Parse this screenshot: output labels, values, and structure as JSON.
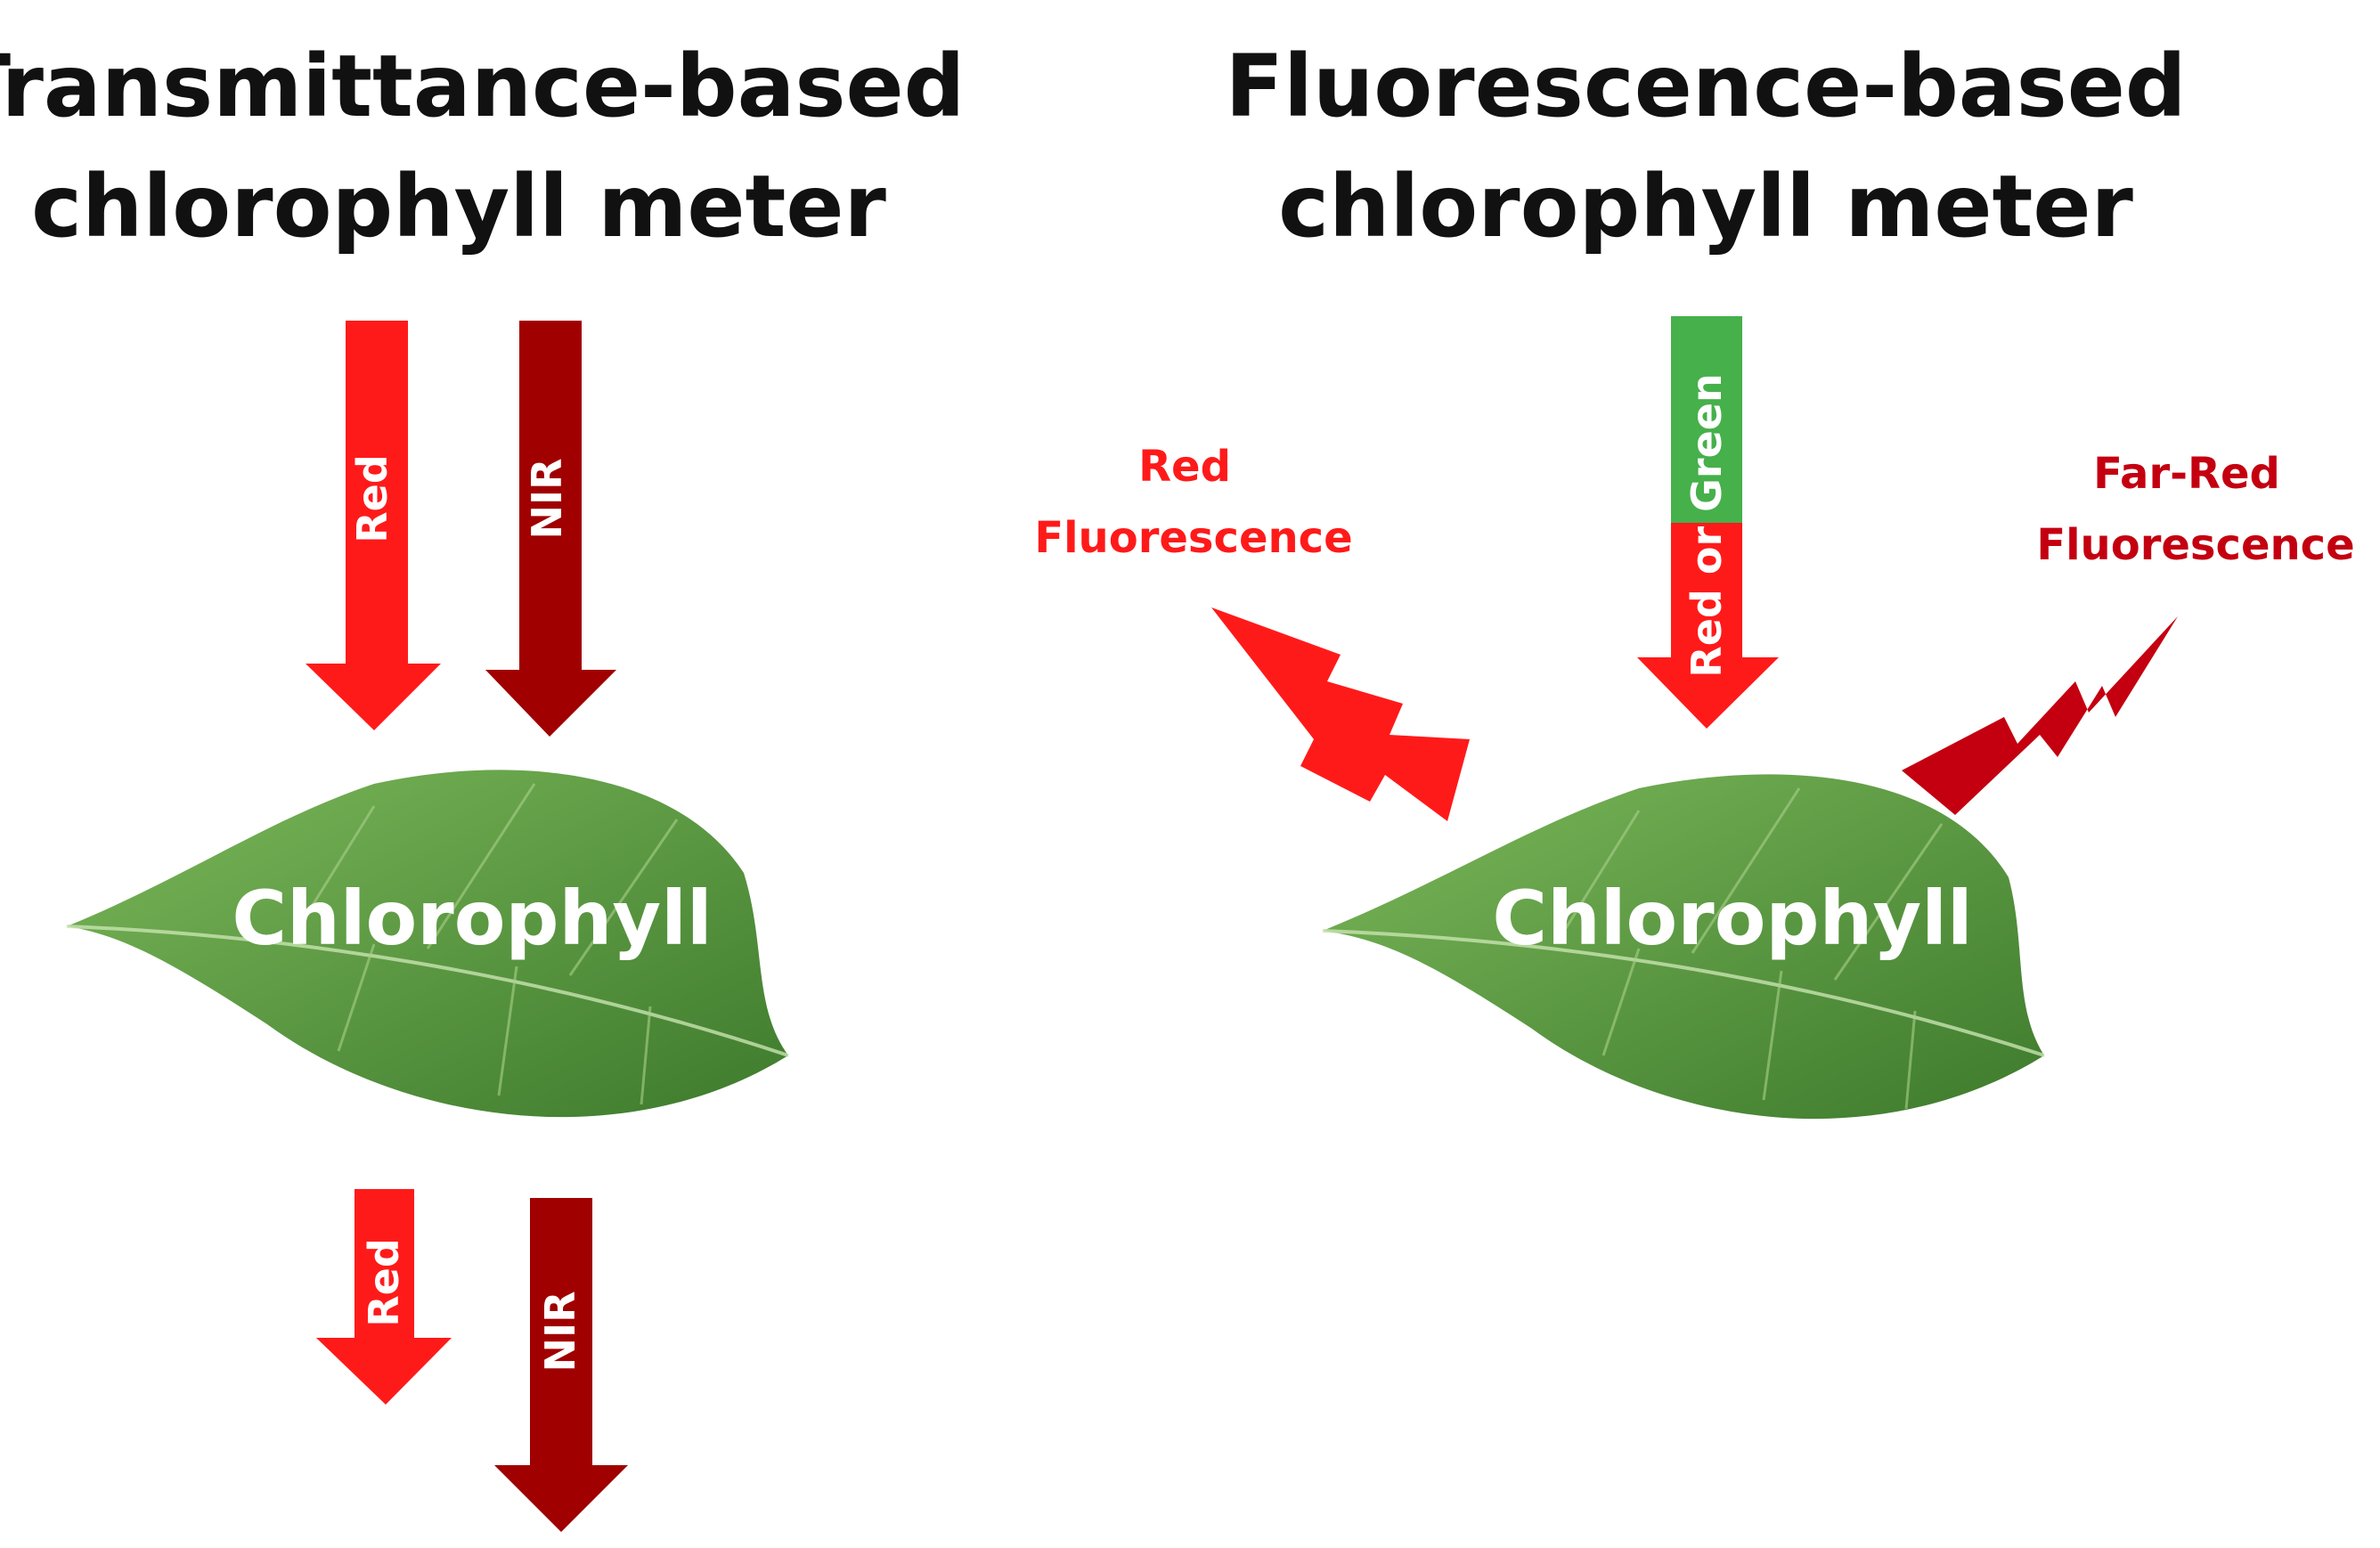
{
  "colors": {
    "red": "#ff1a1a",
    "nir": "#a00000",
    "green": "#46b04b",
    "far_red": "#c40010",
    "leaf_light": "#7cb85a",
    "leaf_dark": "#3d7a2c",
    "title": "#111111",
    "white": "#ffffff"
  },
  "transmittance": {
    "title_line1": "Transmittance-based",
    "title_line2": "chlorophyll meter",
    "incoming_red_label": "Red",
    "incoming_nir_label": "NIR",
    "leaf_label": "Chlorophyll",
    "outgoing_red_label": "Red",
    "outgoing_nir_label": "NIR"
  },
  "fluorescence": {
    "title_line1": "Fluorescence-based",
    "title_line2": "chlorophyll meter",
    "excitation_label": "Red or Green",
    "red_fluo_line1": "Red",
    "red_fluo_line2": "Fluorescence",
    "farred_fluo_line1": "Far-Red",
    "farred_fluo_line2": "Fluorescence",
    "leaf_label": "Chlorophyll"
  }
}
